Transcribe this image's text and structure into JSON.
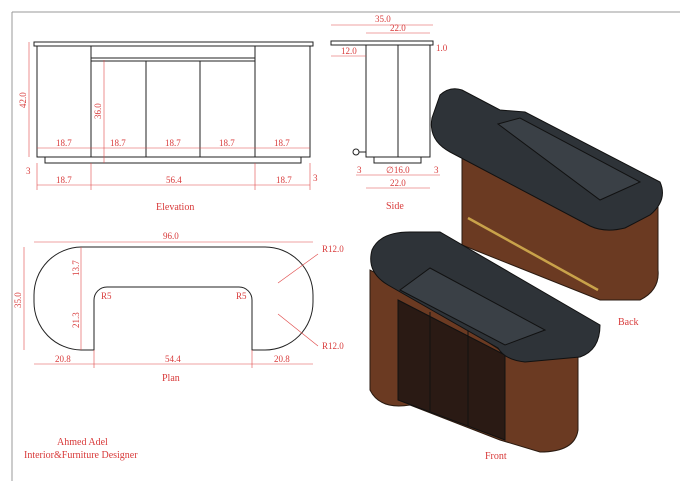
{
  "colors": {
    "dimension": "#d83a3a",
    "line": "#222222",
    "stone": "#2e3338",
    "wood": "#6b3a22"
  },
  "elevation": {
    "title": "Elevation",
    "height": "42.0",
    "door_height": "36.0",
    "doors": [
      "18.7",
      "18.7",
      "18.7",
      "18.7",
      "18.7"
    ],
    "bottom": [
      "18.7",
      "56.4",
      "18.7"
    ],
    "offset_left": "3",
    "offset_right": "3"
  },
  "side": {
    "title": "Side",
    "top_width": "35.0",
    "body_width": "22.0",
    "overhang": "12.0",
    "edge": "1.0",
    "offset_left": "3",
    "base": "∅16.0",
    "offset_right": "3",
    "bottom_width": "22.0"
  },
  "plan": {
    "title": "Plan",
    "width": "96.0",
    "depth": "35.0",
    "front_depth": "13.7",
    "notch_depth": "21.3",
    "bottom": [
      "20.8",
      "54.4",
      "20.8"
    ],
    "radius_outer_top": "R12.0",
    "radius_outer_bottom": "R12.0",
    "radius_inner_left": "R5",
    "radius_inner_right": "R5"
  },
  "views": {
    "back": "Back",
    "front": "Front"
  },
  "author": {
    "name": "Ahmed Adel",
    "role": "Interior&Furniture Designer"
  }
}
